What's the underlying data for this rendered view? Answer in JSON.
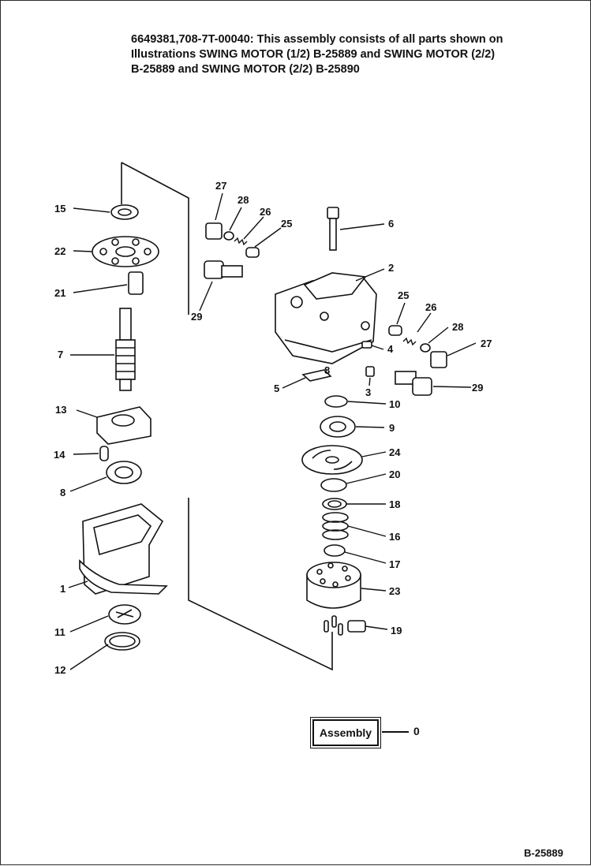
{
  "header": {
    "line1": "6649381,708-7T-00040: This assembly consists of all parts shown on",
    "line2": "Illustrations SWING MOTOR (1/2) B-25889 and SWING MOTOR (2/2)",
    "line3": "B-25889 and SWING MOTOR (2/2) B-25890"
  },
  "callouts": {
    "c15": "15",
    "c22": "22",
    "c21": "21",
    "c7": "7",
    "c13": "13",
    "c14": "14",
    "c8": "8",
    "c1": "1",
    "c11": "11",
    "c12": "12",
    "c27a": "27",
    "c28a": "28",
    "c26a": "26",
    "c25a": "25",
    "c6": "6",
    "c2": "2",
    "c29a": "29",
    "c25b": "25",
    "c26b": "26",
    "c28b": "28",
    "c27b": "27",
    "c4": "4",
    "c5": "5",
    "c3": "3",
    "c29b": "29",
    "c10": "10",
    "c9": "9",
    "c24": "24",
    "c20": "20",
    "c18": "18",
    "c16": "16",
    "c17": "17",
    "c23": "23",
    "c19": "19",
    "c8mark": "8"
  },
  "assembly": {
    "label": "Assembly",
    "number": "0"
  },
  "footer": {
    "code": "B-25889"
  }
}
